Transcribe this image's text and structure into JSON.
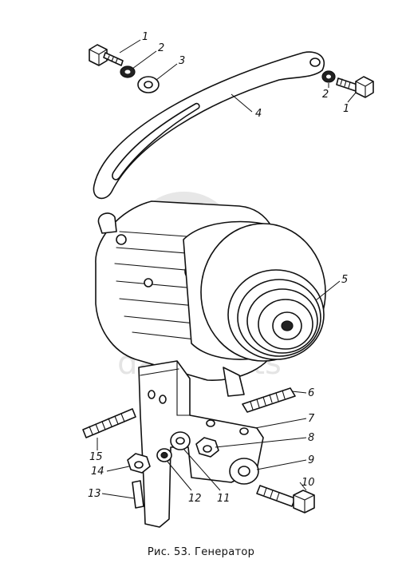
{
  "figure": {
    "caption": "Рис. 53. Генератор",
    "watermark": "data parts",
    "callouts": [
      {
        "id": "c1a",
        "text": "1"
      },
      {
        "id": "c2a",
        "text": "2"
      },
      {
        "id": "c3",
        "text": "3"
      },
      {
        "id": "c4",
        "text": "4"
      },
      {
        "id": "c2b",
        "text": "2"
      },
      {
        "id": "c1b",
        "text": "1"
      },
      {
        "id": "c5",
        "text": "5"
      },
      {
        "id": "c6",
        "text": "6"
      },
      {
        "id": "c7",
        "text": "7"
      },
      {
        "id": "c8",
        "text": "8"
      },
      {
        "id": "c9",
        "text": "9"
      },
      {
        "id": "c10",
        "text": "10"
      },
      {
        "id": "c11",
        "text": "11"
      },
      {
        "id": "c12",
        "text": "12"
      },
      {
        "id": "c13",
        "text": "13"
      },
      {
        "id": "c14",
        "text": "14"
      },
      {
        "id": "c15",
        "text": "15"
      }
    ]
  }
}
